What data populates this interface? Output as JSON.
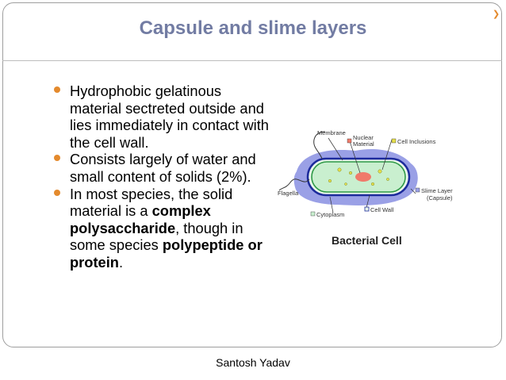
{
  "slide": {
    "title": "Capsule and slime layers",
    "bullets": [
      {
        "text": "Hydrophobic gelatinous material sectreted outside and lies immediately in contact with the cell wall."
      },
      {
        "text": "Consists largely of water and small content of solids (2%)."
      },
      {
        "part1": "In most species, the solid material is a ",
        "bold1": "complex polysaccharide",
        "part2": ", though in some species ",
        "bold2": "polypeptide or protein",
        "part3": "."
      }
    ],
    "footer": "Santosh Yadav"
  },
  "diagram": {
    "caption": "Bacterial Cell",
    "labels": {
      "membrane": "Membrane",
      "nuclear_1": "Nuclear",
      "nuclear_2": "Material",
      "inclusions": "Cell Inclusions",
      "flagella": "Flagella",
      "slime_1": "Slime Layer",
      "slime_2": "(Capsule)",
      "cytoplasm": "Cytoplasm",
      "cell_wall": "Cell Wall"
    },
    "colors": {
      "slime": "#9aa0e6",
      "wall": "#1c2a9c",
      "cytoplasm": "#c9efcf",
      "nuclear": "#f07a6a",
      "inclusions": "#e7e04a",
      "accent": "#e48a2d",
      "title": "#727ca3"
    }
  }
}
